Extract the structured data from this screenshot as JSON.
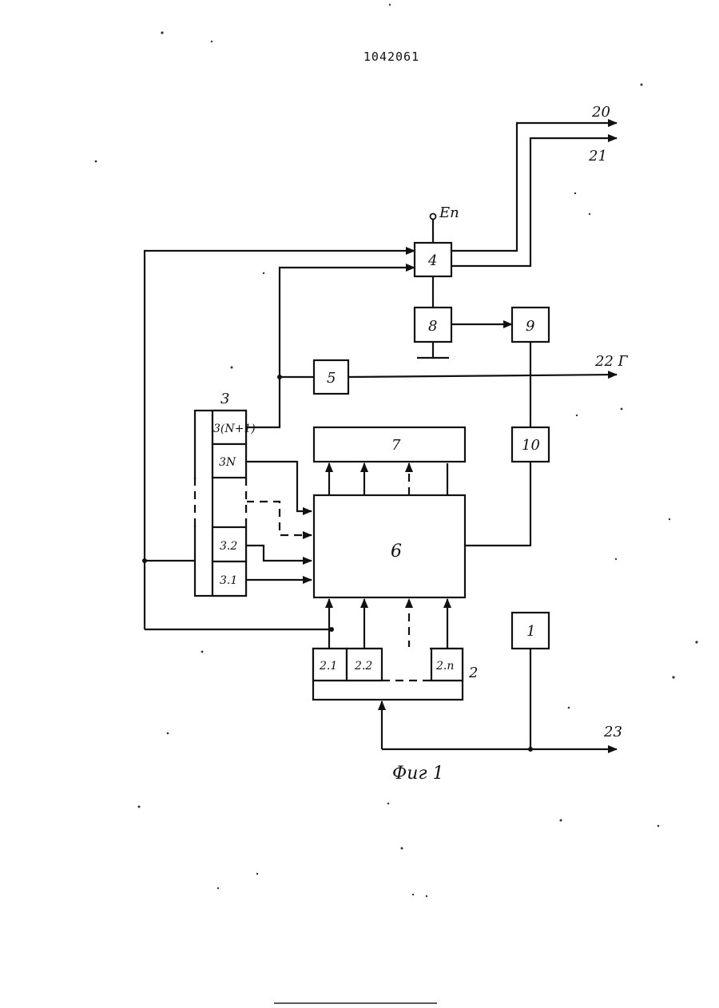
{
  "document_number": "1042061",
  "figure_caption": "Фиг 1",
  "blocks": {
    "b1": "1",
    "b3_label": "3",
    "b3_n1": "3(N+1)",
    "b3_n": "3N",
    "b3_2": "3.2",
    "b3_1": "3.1",
    "b4": "4",
    "b5": "5",
    "b6": "6",
    "b7": "7",
    "b8": "8",
    "b9": "9",
    "b10": "10",
    "b2_label": "2",
    "b2_1": "2.1",
    "b2_2": "2.2",
    "b2_n": "2.n"
  },
  "supply": "Eп",
  "outputs": {
    "o20": "20",
    "o21": "21",
    "o22": "22 Г",
    "o23": "23"
  }
}
